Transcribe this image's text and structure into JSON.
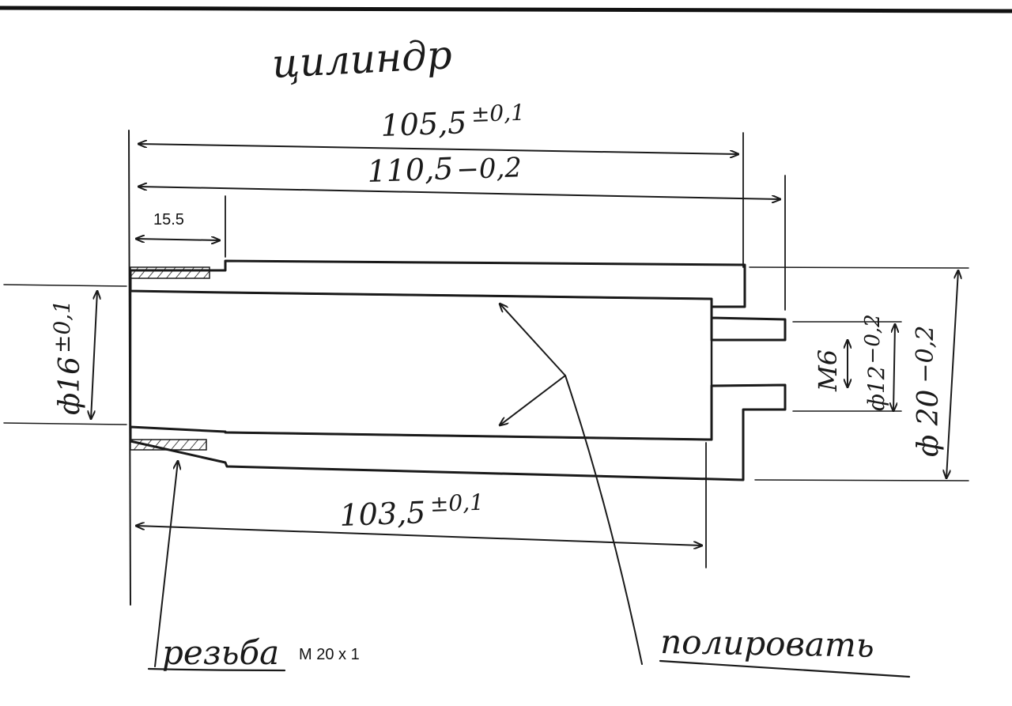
{
  "title": "цилиндр",
  "dimensions": {
    "length_outer": "105,5",
    "length_outer_tol": "±0,1",
    "length_total": "110,5",
    "length_total_tol": "−0,2",
    "thread_length": "15.5",
    "length_inner": "103,5",
    "length_inner_tol": "±0,1",
    "bore_diameter": "ф16",
    "bore_tol": "±0,1",
    "hole_thread": "M6",
    "spigot_diameter": "ф12",
    "spigot_tol": "−0,2",
    "outer_diameter": "ф 20",
    "outer_tol": "−0,2"
  },
  "notes": {
    "thread_label": "резьба",
    "thread_spec": "M 20 x 1",
    "polish_label": "полировать"
  },
  "colors": {
    "ink": "#1a1a1a",
    "paper": "#ffffff"
  }
}
